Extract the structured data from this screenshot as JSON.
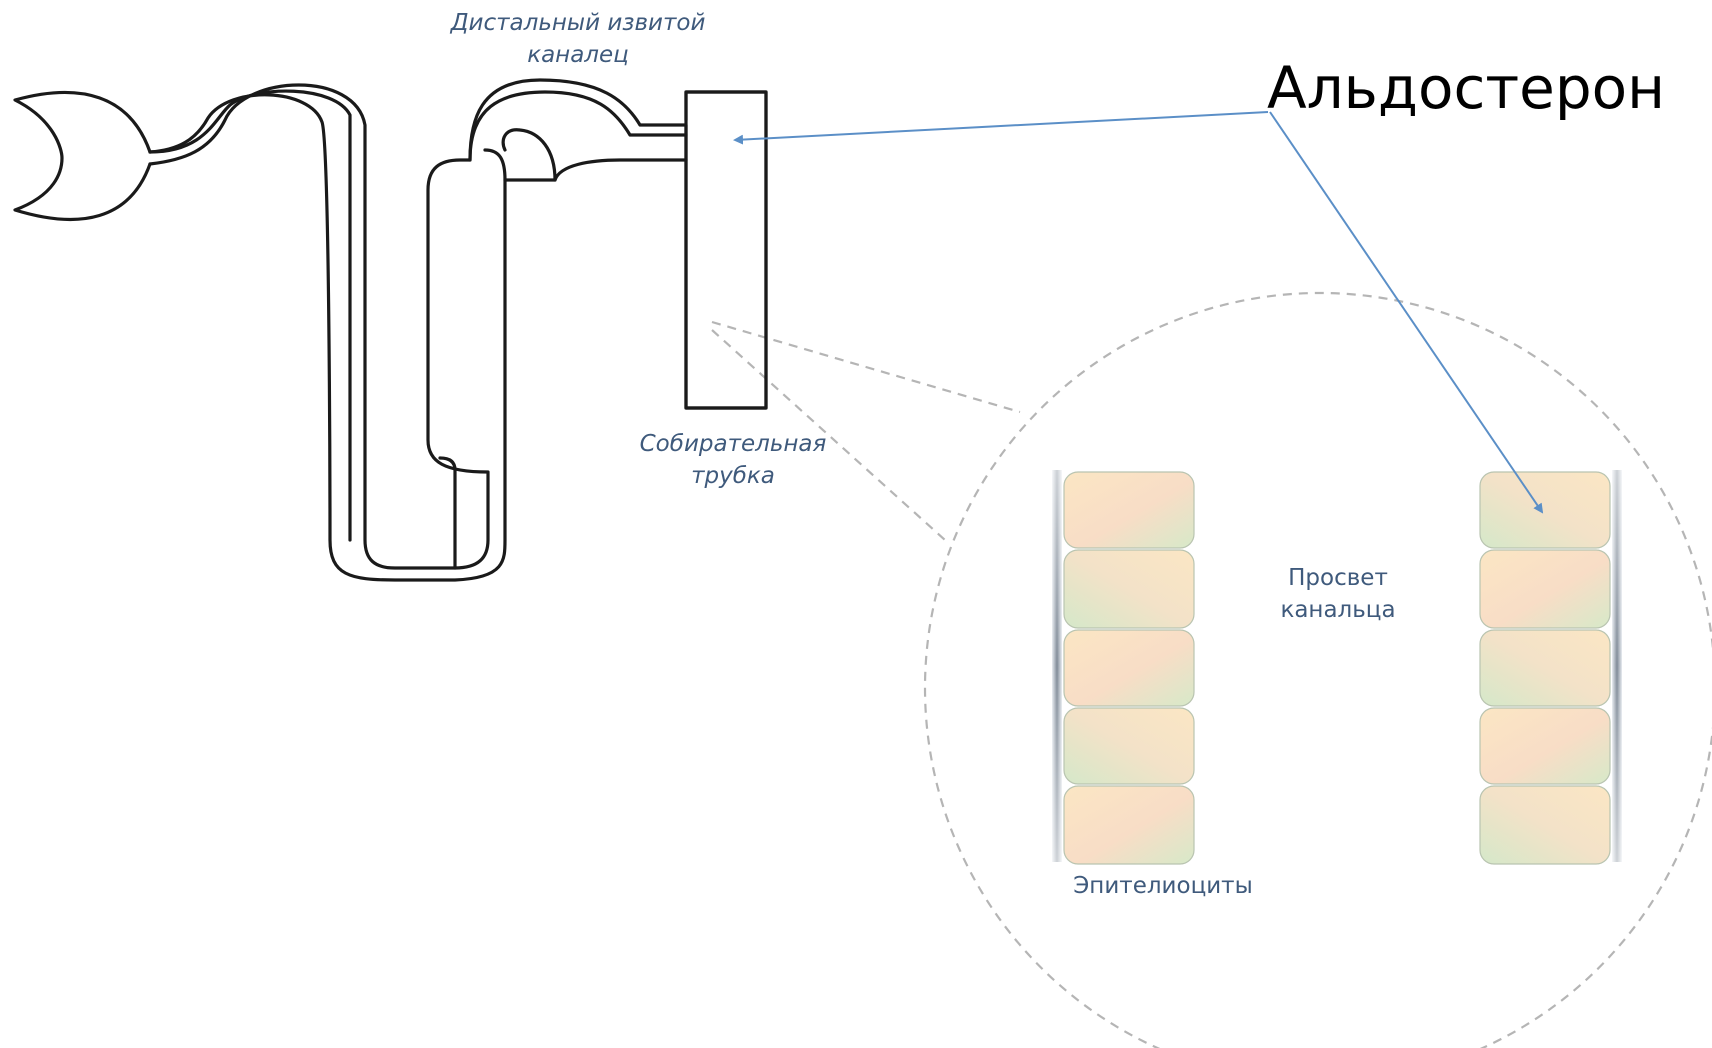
{
  "labels": {
    "distal_tubule_line1": "Дистальный извитой",
    "distal_tubule_line2": "каналец",
    "hormone": "Альдостерон",
    "collecting_duct_line1": "Собирательная",
    "collecting_duct_line2": "трубка",
    "lumen_line1": "Просвет",
    "lumen_line2": "канальца",
    "epithelial_cells": "Эпителиоциты"
  },
  "colors": {
    "label_text": "#3f5a7c",
    "arrow": "#5b8fc7",
    "tubule_outline": "#1a1a1a",
    "dashed_callout": "#b5b5b5",
    "cell_warm": "#fbe3c6",
    "cell_cool": "#d9ebcf",
    "membrane": "#8e99a6"
  },
  "diagram": {
    "left_wall_cell_count": 5,
    "right_wall_cell_count": 5
  }
}
